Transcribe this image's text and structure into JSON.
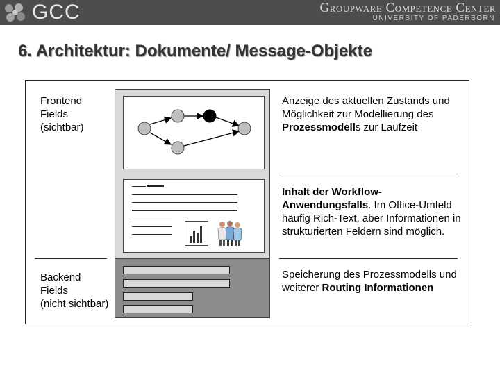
{
  "header": {
    "logo_text": "GCC",
    "center_name": "Groupware Competence Center",
    "university": "UNIVERSITY OF PADERBORN"
  },
  "slide": {
    "title": "6. Architektur: Dokumente/ Message-Objekte"
  },
  "labels": {
    "frontend": "Frontend\nFields\n(sichtbar)",
    "backend": "Backend\nFields\n(nicht sichtbar)"
  },
  "descriptions": {
    "process": {
      "normal": "Anzeige des aktuellen Zustands und Möglichkeit zur Modellierung des ",
      "bold": "Prozessmodell",
      "tail": "s zur Laufzeit"
    },
    "content": {
      "bold": "Inhalt der Workflow-Anwendungsfalls",
      "normal": ". Im Office-Umfeld häufig Rich-Text, aber Informationen in strukturierten Feldern sind möglich."
    },
    "routing": {
      "normal": "Speicherung des Prozessmodells und weiterer ",
      "bold": "Routing Informationen"
    }
  },
  "colors": {
    "banner": "#4d4d4d",
    "node_gray": "#bfbfbf",
    "node_active": "#000000",
    "frontend_bg": "#d9d9d9",
    "backend_bg": "#8c8c8c"
  }
}
